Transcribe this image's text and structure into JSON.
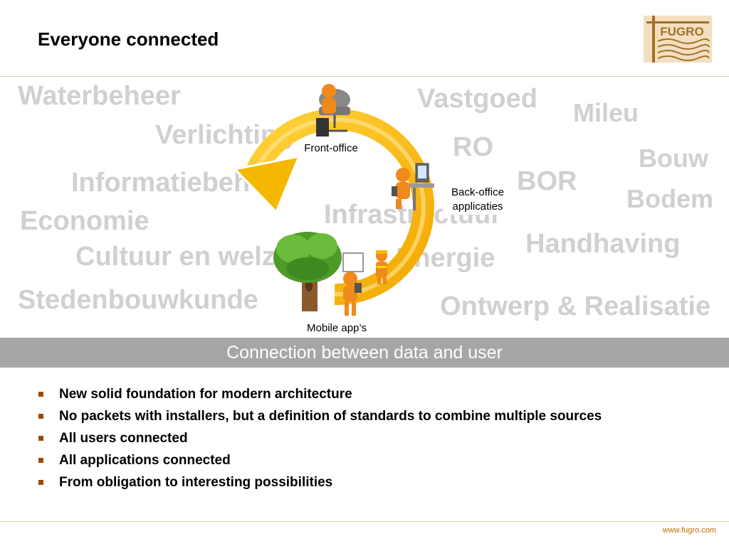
{
  "slide": {
    "title": "Everyone connected"
  },
  "logo": {
    "text": "FUGRO",
    "color": "#a0702a",
    "bg": "#f3dfbf"
  },
  "background_words": [
    "Waterbeheer",
    "Vastgoed",
    "Mileu",
    "Verlichting",
    "RO",
    "Bouw",
    "Informatiebeheer",
    "BOR",
    "Bodem",
    "Economie",
    "Infrastructuur",
    "Handhaving",
    "Cultuur en welzijn",
    "Energie",
    "Stedenbouwkunde",
    "Ontwerp & Realisatie"
  ],
  "diagram": {
    "front_office": "Front-office",
    "back_office_line1": "Back-office",
    "back_office_line2": "applicaties",
    "mobile": "Mobile app’s",
    "cycle_color": "#f5b800",
    "figure_color": "#f08a1c"
  },
  "banner": {
    "text": "Connection between data and user"
  },
  "bullets": [
    "New solid foundation for modern architecture",
    "No packets with installers, but a definition of standards to combine multiple sources",
    "All users connected",
    "All applications connected",
    "From obligation to interesting possibilities"
  ],
  "footer": {
    "url": "www.fugro.com"
  }
}
